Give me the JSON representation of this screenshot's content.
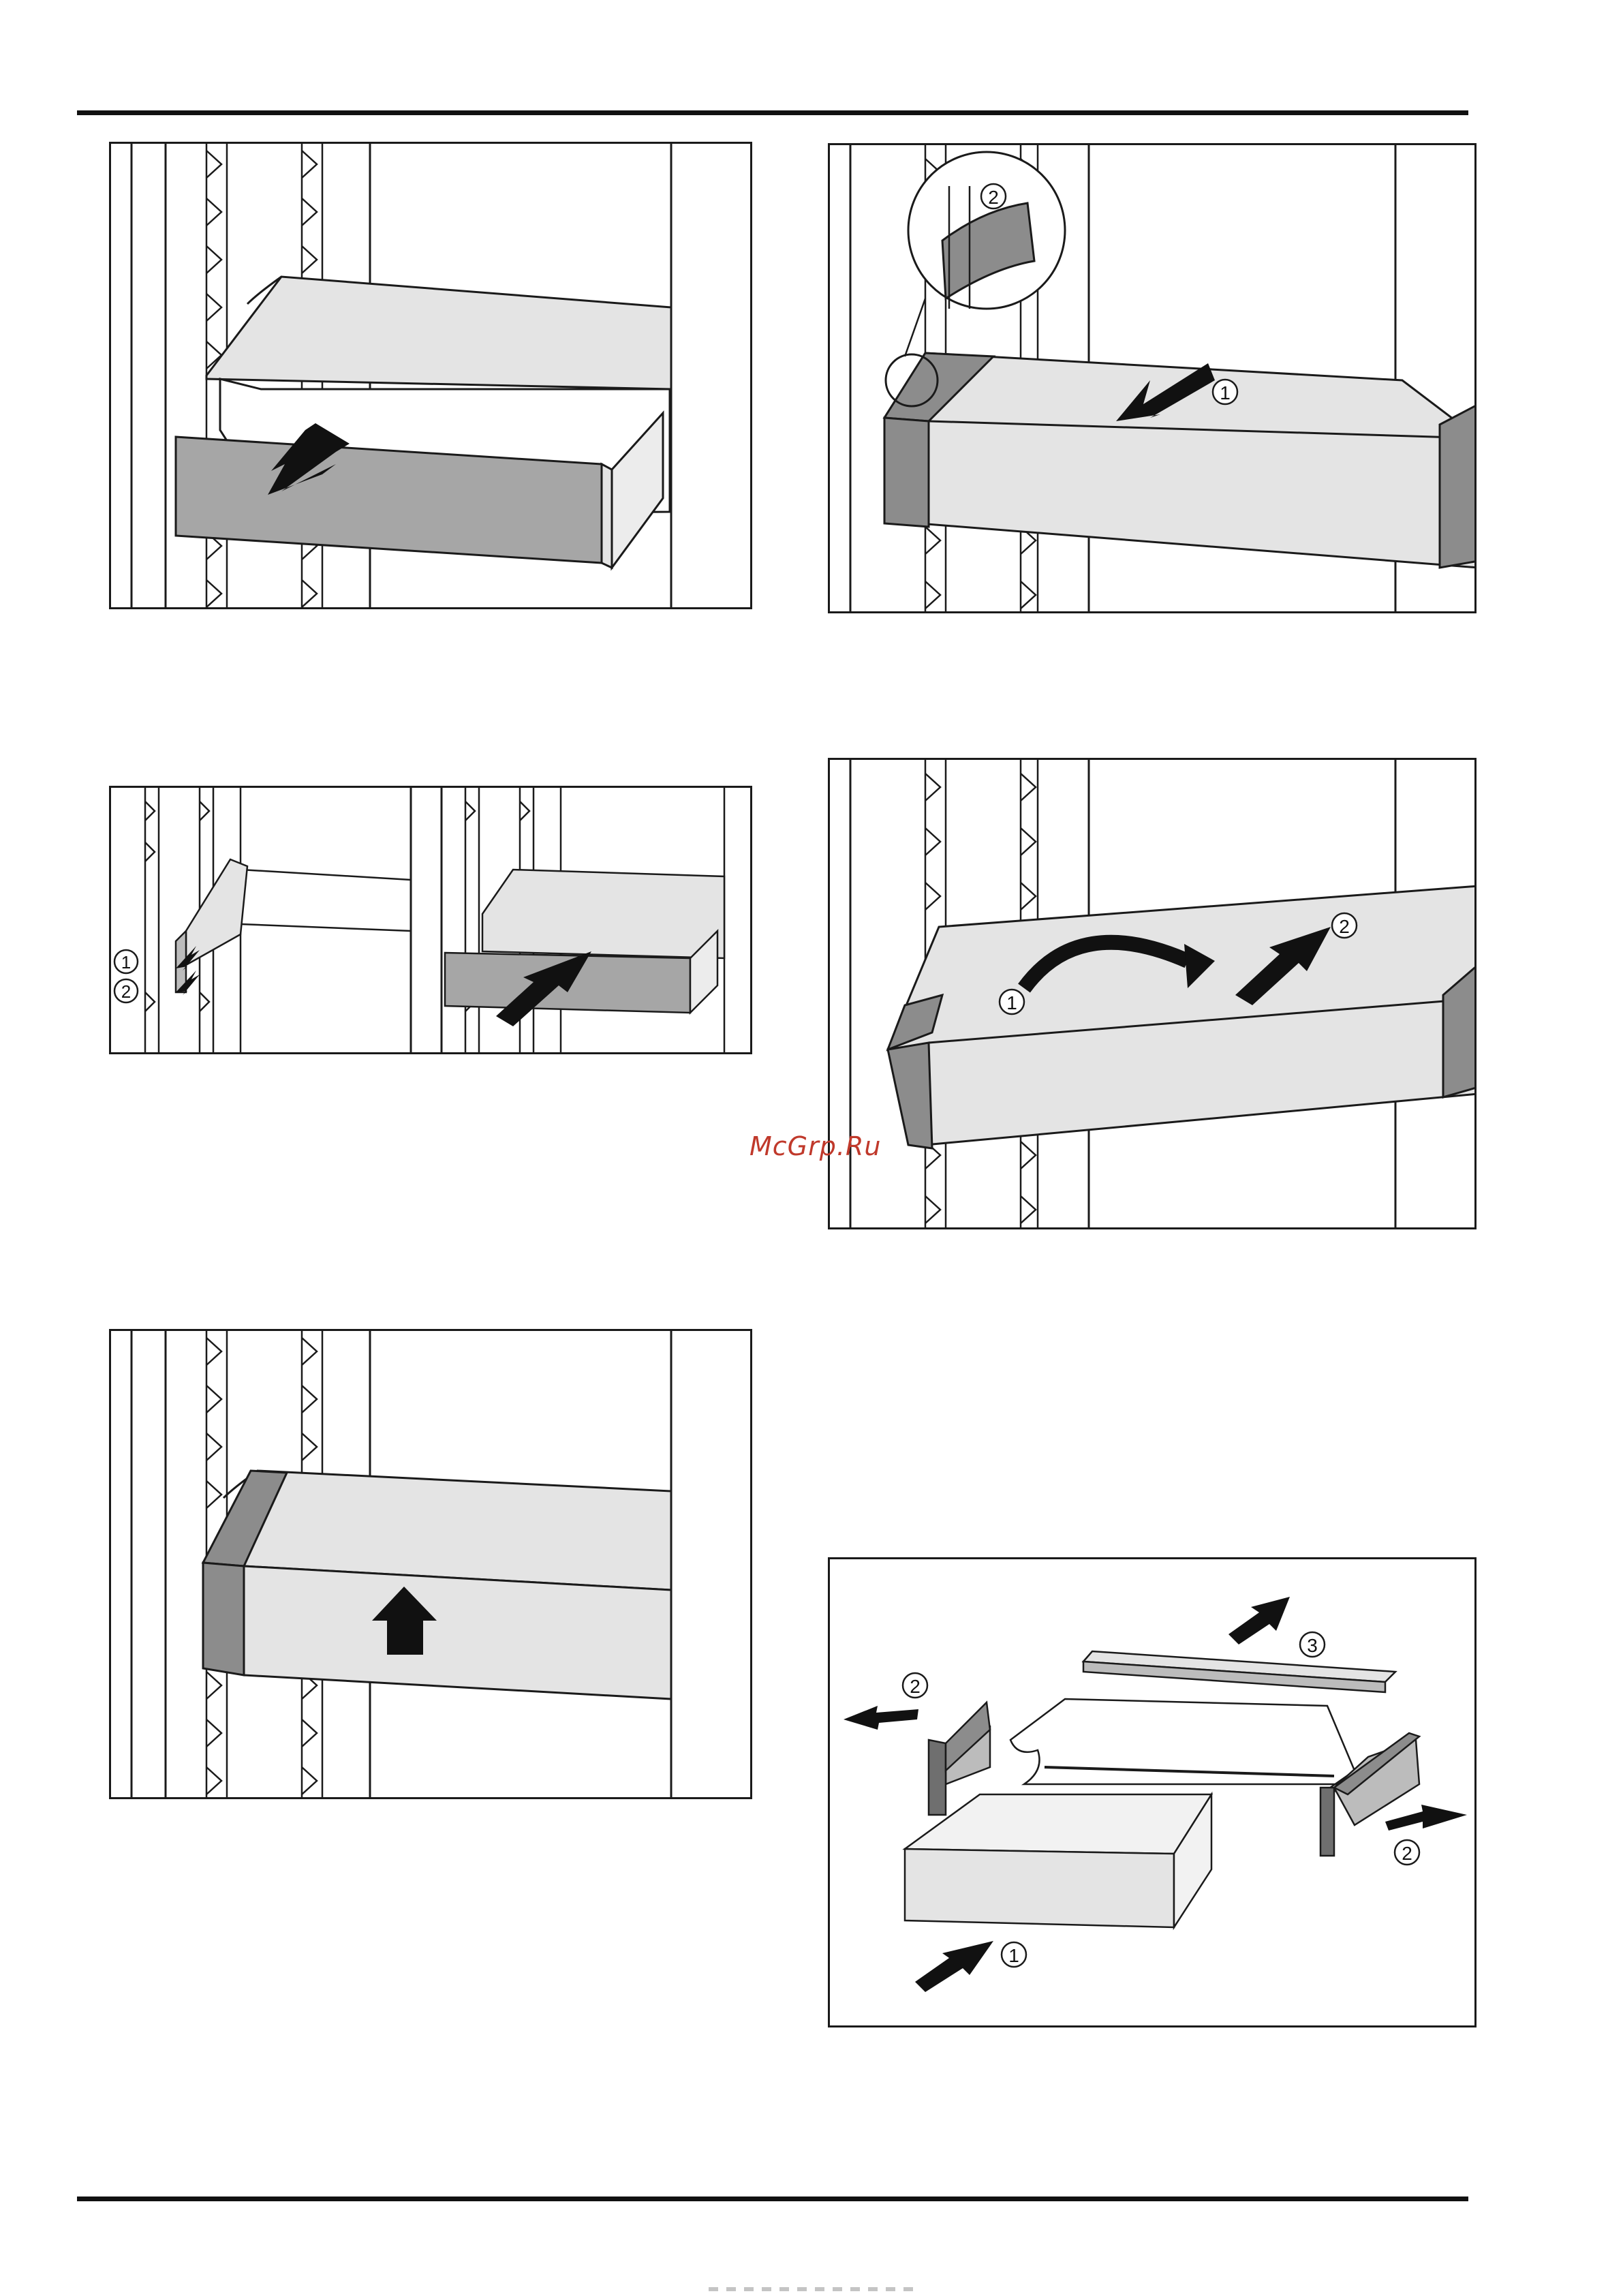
{
  "page": {
    "watermark": "McGrp.Ru"
  },
  "figures": [
    {
      "id": "fig-remove-drawer",
      "callouts": []
    },
    {
      "id": "fig-shelf-release",
      "callouts": [
        "1",
        "2"
      ],
      "detail_callouts": [
        "2"
      ]
    },
    {
      "id": "fig-rails-insert",
      "callouts": [
        "1",
        "2"
      ]
    },
    {
      "id": "fig-shelf-tilt",
      "callouts": [
        "1",
        "2"
      ]
    },
    {
      "id": "fig-shelf-lift",
      "callouts": []
    },
    {
      "id": "fig-disassembly",
      "callouts": [
        "3",
        "2",
        "2",
        "1"
      ]
    }
  ],
  "colors": {
    "frame": "#1a1a1a",
    "shelf_top": "#e4e4e4",
    "drawer_front": "#a6a6a6",
    "end_cap": "#8c8c8c",
    "arrow": "#111111"
  }
}
